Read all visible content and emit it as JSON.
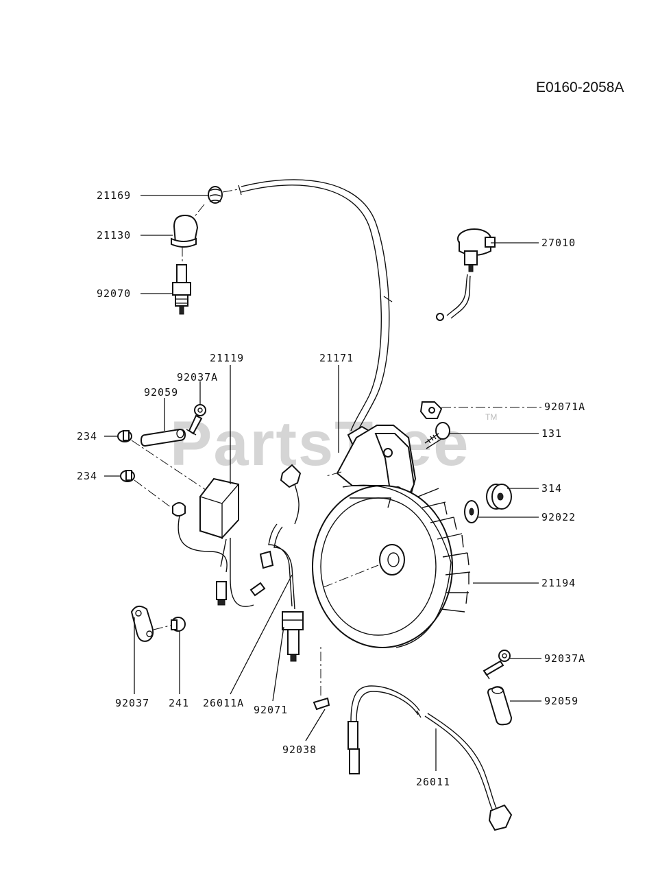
{
  "diagram_code": "E0160-2058A",
  "watermark": {
    "text": "PartsTree",
    "trademark": "TM"
  },
  "labels": {
    "p21169": "21169",
    "p21130": "21130",
    "p92070": "92070",
    "p27010": "27010",
    "p21119": "21119",
    "p21171": "21171",
    "p92037A_top": "92037A",
    "p92059_top": "92059",
    "p234_a": "234",
    "p234_b": "234",
    "p92071A": "92071A",
    "p131": "131",
    "p314": "314",
    "p92022": "92022",
    "p21194": "21194",
    "p92037A_bot": "92037A",
    "p92059_bot": "92059",
    "p92037": "92037",
    "p241": "241",
    "p26011A": "26011A",
    "p92071": "92071",
    "p92038": "92038",
    "p26011": "26011"
  }
}
